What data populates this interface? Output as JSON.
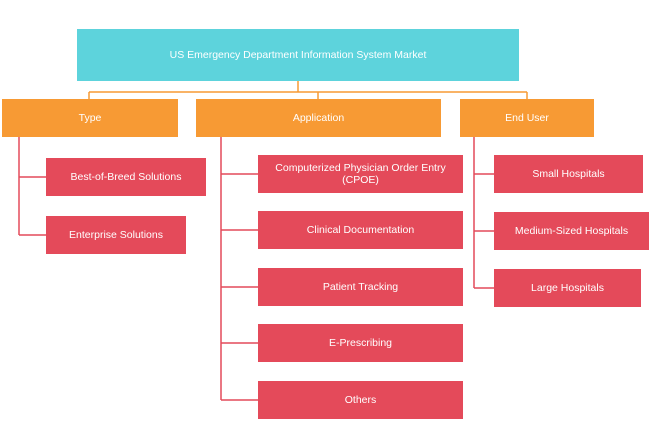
{
  "root": {
    "label": "US Emergency Department Information System Market"
  },
  "categories": [
    {
      "label": "Type",
      "children": [
        "Best-of-Breed Solutions",
        "Enterprise Solutions"
      ]
    },
    {
      "label": "Application",
      "children": [
        "Computerized Physician Order Entry (CPOE)",
        "Clinical Documentation",
        "Patient Tracking",
        "E-Prescribing",
        "Others"
      ]
    },
    {
      "label": "End User",
      "children": [
        "Small Hospitals",
        "Medium-Sized Hospitals",
        "Large Hospitals"
      ]
    }
  ],
  "colors": {
    "root": "#5dd3dc",
    "category": "#f79a34",
    "leaf": "#e44a5a",
    "connector_top": "#f79a34",
    "connector_leaf": "#e44a5a"
  }
}
